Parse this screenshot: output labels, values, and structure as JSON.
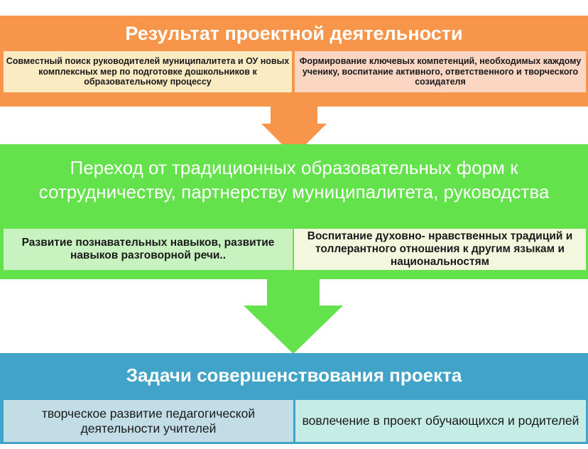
{
  "colors": {
    "orange": "#f7954a",
    "green": "#63e24b",
    "blue": "#41a3c7"
  },
  "section1": {
    "title": "Результат  проектной деятельности",
    "left": "Совместный поиск  руководителей муниципалитета и ОУ новых комплексных мер по подготовке дошкольников  к образовательному процессу",
    "right": "Формирование ключевых компетенций, необходимых каждому ученику, воспитание активного, ответственного  и творческого созидателя"
  },
  "section2": {
    "title": "Переход  от традиционных образовательных форм к сотрудничеству, партнерству муниципалитета, руководства",
    "left": "Развитие познавательных  навыков, развитие навыков  разговорной  речи..",
    "right": "Воспитание  духовно- нравственных традиций и толлерантного  отношения  к другим языкам  и национальностям"
  },
  "section3": {
    "title": "Задачи совершенствования  проекта",
    "left": "творческое развитие педагогической  деятельности учителей",
    "right": "вовлечение в проект обучающихся и родителей"
  }
}
